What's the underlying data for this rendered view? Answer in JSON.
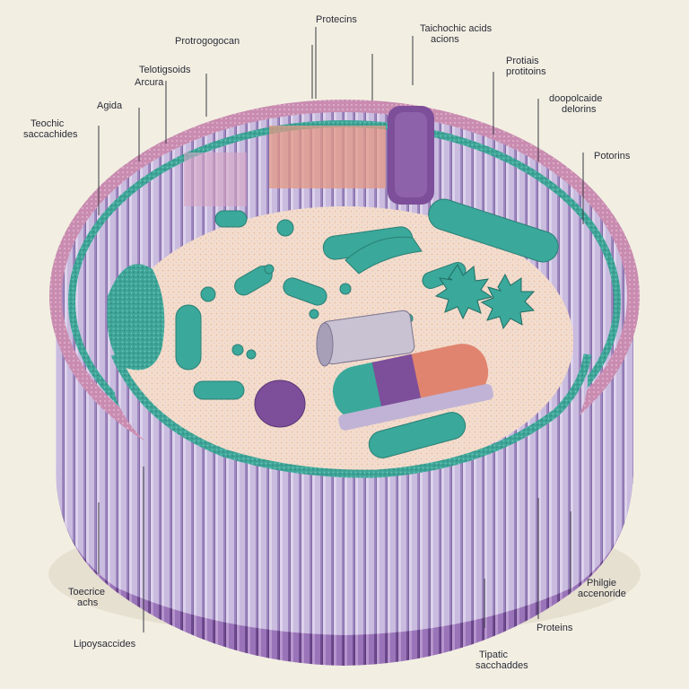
{
  "labels": {
    "proteins_top": "Protecins",
    "teichoic_top_1": "Taichochic acids",
    "teichoic_top_2": "acions",
    "protreogocan": "Protrogogocan",
    "telotigsoids": "Telotigsoids",
    "arcura": "Arcura",
    "agida": "Agida",
    "teochic_1": "Teochic",
    "teochic_2": "saccachides",
    "protais_1": "Protiais",
    "protais_2": "protitoins",
    "doopolcaide_1": "doopolcaide",
    "doopolcaide_2": "delorins",
    "potorins": "Potorins",
    "toecrice_1": "Toecrice",
    "toecrice_2": "achs",
    "lipoysaccides": "Lipoysaccides",
    "philgie_1": "Philgie",
    "philgie_2": "accenoride",
    "proteins_bottom": "Proteins",
    "tipatic_1": "Tipatic",
    "tipatic_2": "sacchaddes"
  },
  "colors": {
    "background": "#f2efe2",
    "wall_light": "#c4b6dc",
    "wall_dark": "#8a62a8",
    "teal": "#3aa89a",
    "salmon": "#e0846f",
    "purple": "#7d4e9a",
    "interior": "#f1d3c0"
  }
}
